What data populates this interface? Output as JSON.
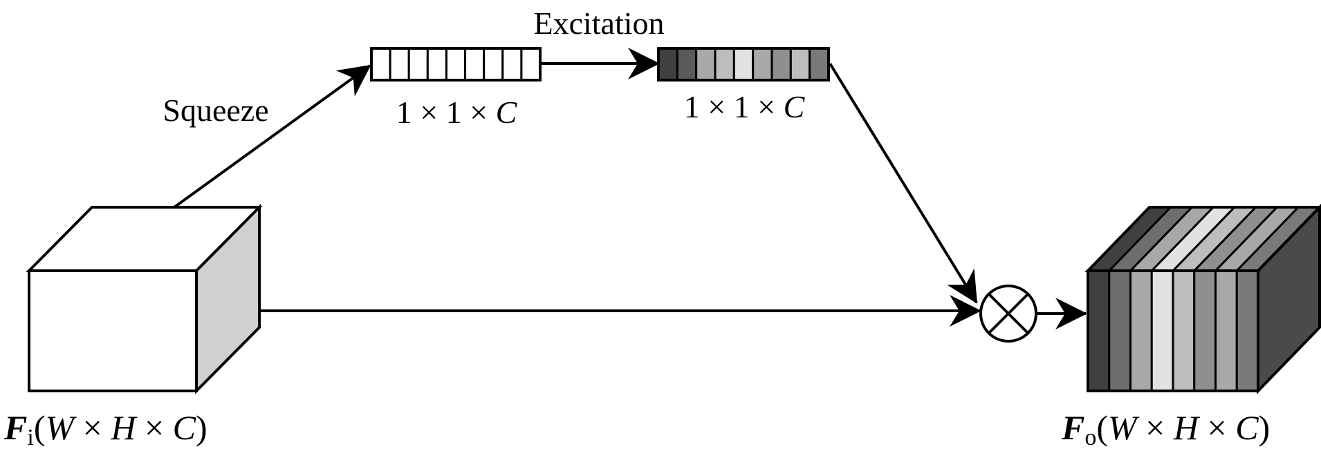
{
  "labels": {
    "squeeze": "Squeeze",
    "excitation": "Excitation",
    "squeeze_dims": {
      "one_a": "1",
      "times_a": " × ",
      "one_b": "1",
      "times_b": " × ",
      "c": "C"
    },
    "excitation_dims": {
      "one_a": "1",
      "times_a": " × ",
      "one_b": "1",
      "times_b": " × ",
      "c": "C"
    },
    "input": {
      "f": "F",
      "sub": "i",
      "open": "(",
      "w": "W",
      "x1": " × ",
      "h": "H",
      "x2": " × ",
      "c": "C",
      "close": ")"
    },
    "output": {
      "f": "F",
      "sub": "o",
      "open": "(",
      "w": "W",
      "x1": " × ",
      "h": "H",
      "x2": " × ",
      "c": "C",
      "close": ")"
    }
  },
  "symbols": {
    "multiply": "channel-wise multiplication (⊗)"
  },
  "colors": {
    "line": "#000000",
    "cube_side": "#d0d0d0",
    "squeeze_vector_cells": [
      "#ffffff",
      "#ffffff",
      "#ffffff",
      "#ffffff",
      "#ffffff",
      "#ffffff",
      "#ffffff",
      "#ffffff",
      "#ffffff"
    ],
    "excitation_vector_cells": [
      "#404040",
      "#5a5a5a",
      "#a8a8a8",
      "#bdbdbd",
      "#e2e2e2",
      "#a8a8a8",
      "#8f8f8f",
      "#bdbdbd",
      "#7a7a7a"
    ],
    "output_front_stripes": [
      "#404040",
      "#6e6e6e",
      "#a8a8a8",
      "#e2e2e2",
      "#bdbdbd",
      "#8f8f8f",
      "#a8a8a8",
      "#7a7a7a"
    ],
    "output_side": "#4a4a4a"
  }
}
